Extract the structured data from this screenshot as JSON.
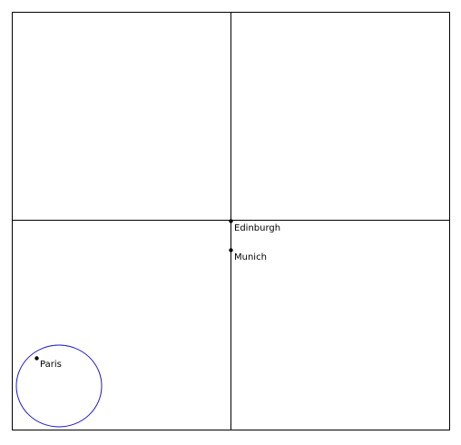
{
  "diagram": {
    "line_color": "#000000",
    "circle_color": "#1a1acc",
    "cities": [
      {
        "name": "Edinburgh"
      },
      {
        "name": "Munich"
      },
      {
        "name": "Paris"
      }
    ]
  }
}
